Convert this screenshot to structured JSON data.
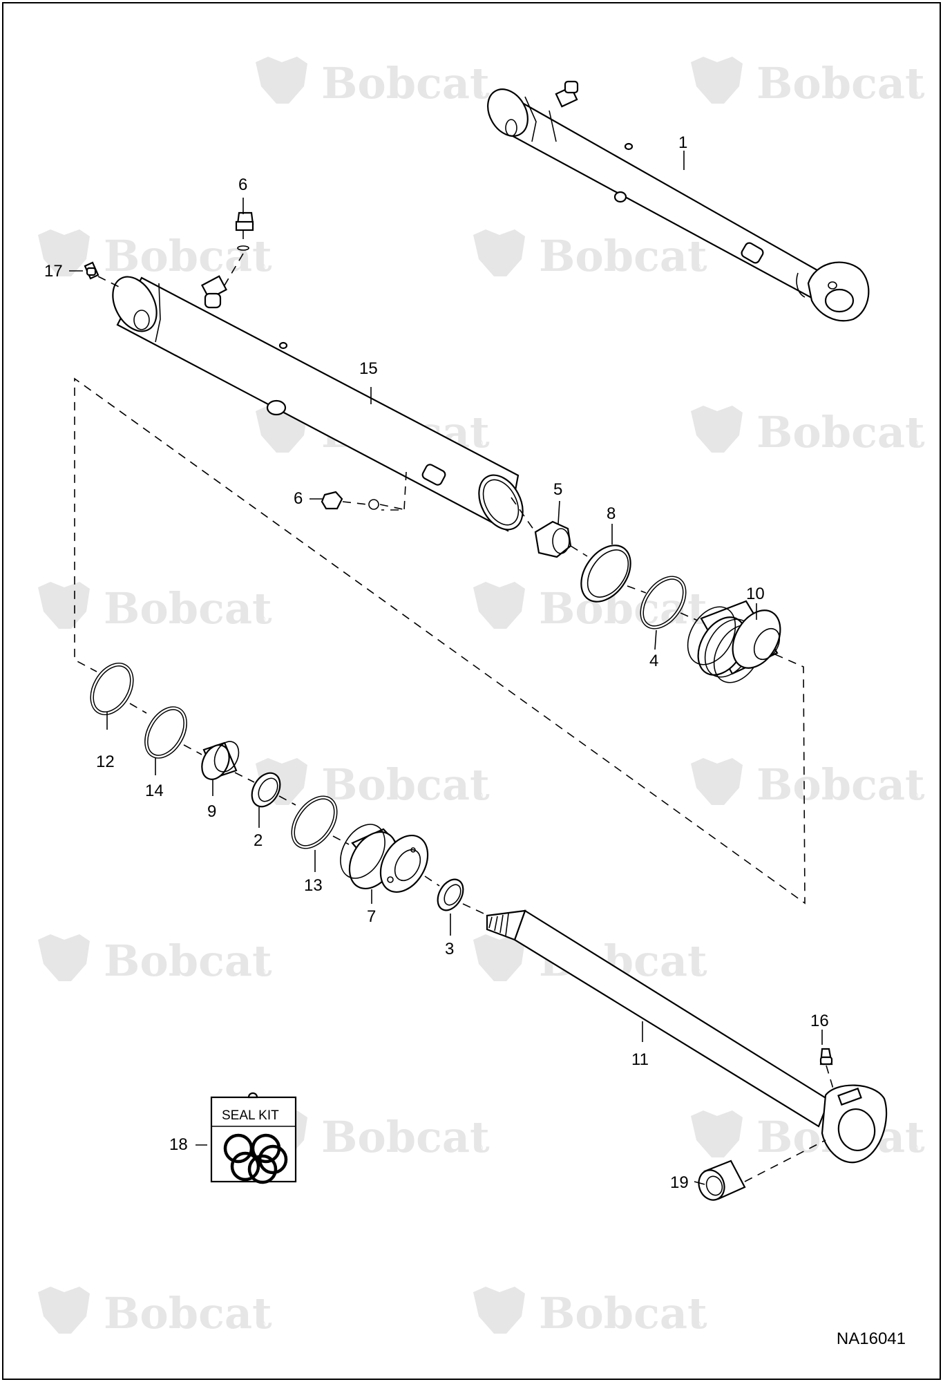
{
  "brand": {
    "watermark": "Bobcat",
    "registered_mark": "®",
    "watermark_color": "#e6e6e6"
  },
  "diagram_id": "NA16041",
  "seal_kit_label": "SEAL KIT",
  "callouts": {
    "c1": "1",
    "c2": "2",
    "c3": "3",
    "c4": "4",
    "c5": "5",
    "c6a": "6",
    "c6b": "6",
    "c7": "7",
    "c8": "8",
    "c9": "9",
    "c10": "10",
    "c11": "11",
    "c12": "12",
    "c13": "13",
    "c14": "14",
    "c15": "15",
    "c16": "16",
    "c17": "17",
    "c18": "18",
    "c19": "19"
  },
  "colors": {
    "line": "#000000",
    "background": "#ffffff"
  }
}
